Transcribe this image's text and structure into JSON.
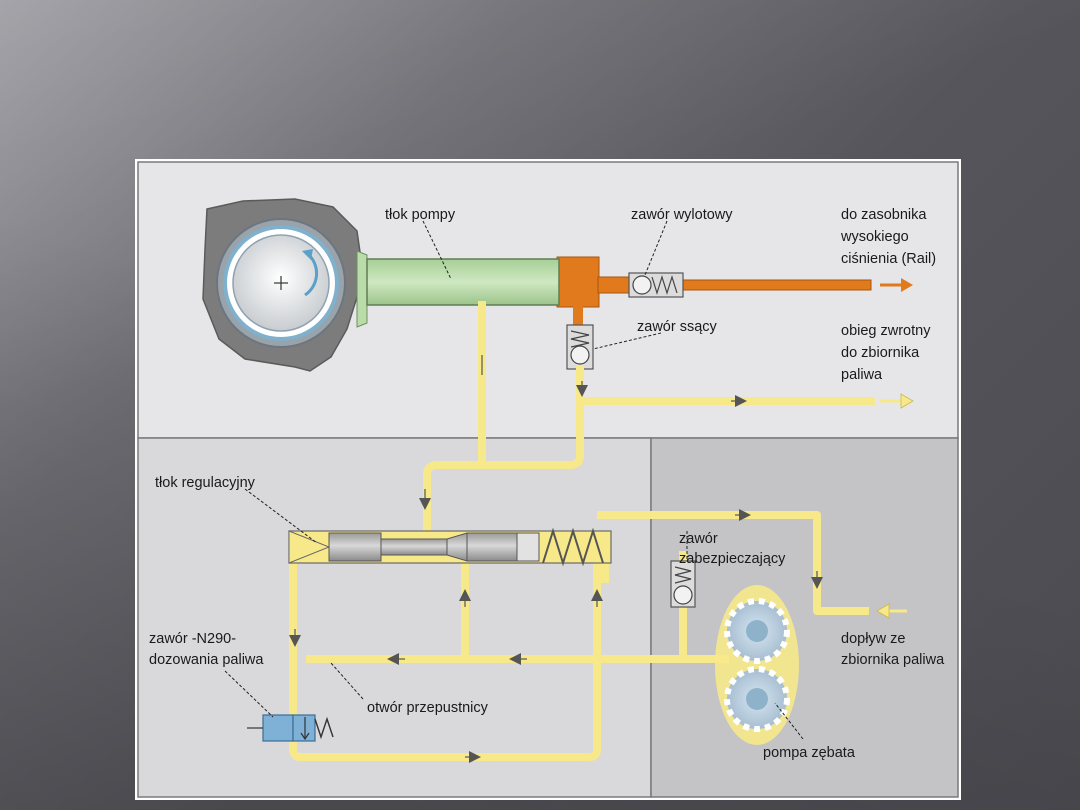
{
  "labels": {
    "piston_pump": "tłok pompy",
    "outlet_valve": "zawór wylotowy",
    "to_rail_1": "do zasobnika",
    "to_rail_2": "wysokiego",
    "to_rail_3": "ciśnienia (Rail)",
    "suction_valve": "zawór ssący",
    "return_1": "obieg zwrotny",
    "return_2": "do zbiornika",
    "return_3": "paliwa",
    "control_piston": "tłok regulacyjny",
    "safety_valve_1": "zawór",
    "safety_valve_2": "zabezpieczający",
    "metering_valve_1": "zawór -N290-",
    "metering_valve_2": "dozowania paliwa",
    "throttle_bore": "otwór przepustnicy",
    "inflow_1": "dopływ ze",
    "inflow_2": "zbiornika paliwa",
    "gear_pump": "pompa zębata"
  },
  "colors": {
    "fuel_low": "#f7e98a",
    "fuel_high": "#e07a1c",
    "piston": "#b9dca9",
    "panel_top": "#e6e6e8",
    "panel_left": "#d9d9db",
    "panel_right": "#c4c4c6"
  }
}
